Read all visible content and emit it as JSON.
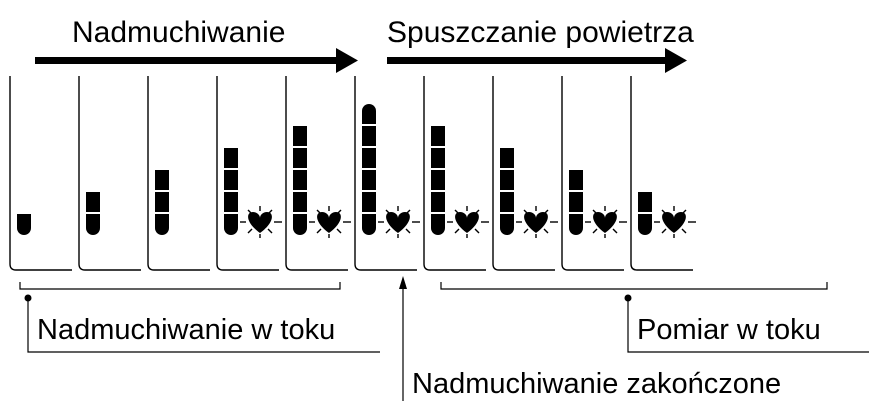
{
  "header": {
    "inflation_label": "Nadmuchiwanie",
    "deflation_label": "Spuszczanie powietrza"
  },
  "frames": [
    {
      "segments": 1,
      "heart": false,
      "full": false
    },
    {
      "segments": 2,
      "heart": false,
      "full": false
    },
    {
      "segments": 3,
      "heart": false,
      "full": false
    },
    {
      "segments": 4,
      "heart": true,
      "full": false
    },
    {
      "segments": 5,
      "heart": true,
      "full": false
    },
    {
      "segments": 6,
      "heart": true,
      "full": true
    },
    {
      "segments": 5,
      "heart": true,
      "full": false
    },
    {
      "segments": 4,
      "heart": true,
      "full": false
    },
    {
      "segments": 3,
      "heart": true,
      "full": false
    },
    {
      "segments": 2,
      "heart": true,
      "full": false
    }
  ],
  "callouts": {
    "inflating_in_progress": "Nadmuchiwanie w toku",
    "inflation_complete": "Nadmuchiwanie zakończone",
    "measurement_in_progress": "Pomiar w toku"
  }
}
